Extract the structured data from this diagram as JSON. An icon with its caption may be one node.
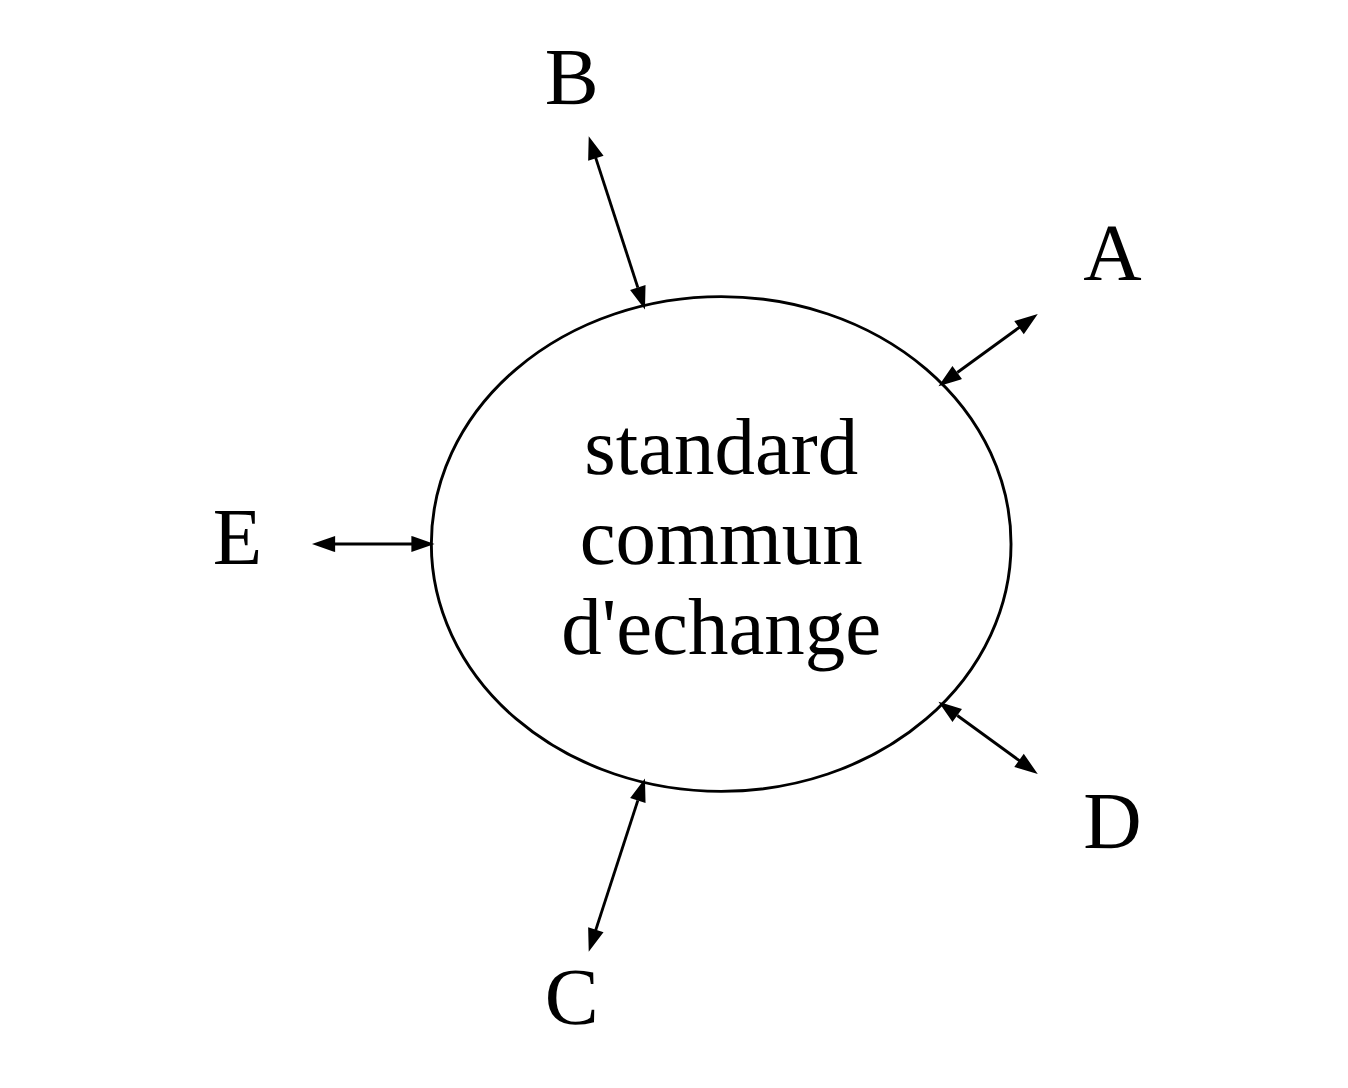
{
  "diagram": {
    "nodes": [
      {
        "text": [
          "A"
        ]
      },
      {
        "text": [
          "B"
        ]
      },
      {
        "text": [
          "standard commun d'echange"
        ]
      },
      {
        "text": [
          "E"
        ]
      },
      {
        "text": [
          "C"
        ]
      },
      {
        "text": [
          "D"
        ]
      }
    ],
    "edges": [
      {
        "from": 0,
        "to": 2,
        "arrow": "both"
      },
      {
        "from": 1,
        "to": 2,
        "arrow": "both"
      },
      {
        "from": 3,
        "to": 2,
        "arrow": "both"
      },
      {
        "from": 5,
        "to": 2,
        "arrow": "both"
      },
      {
        "from": 4,
        "to": 2,
        "arrow": "both"
      }
    ]
  }
}
